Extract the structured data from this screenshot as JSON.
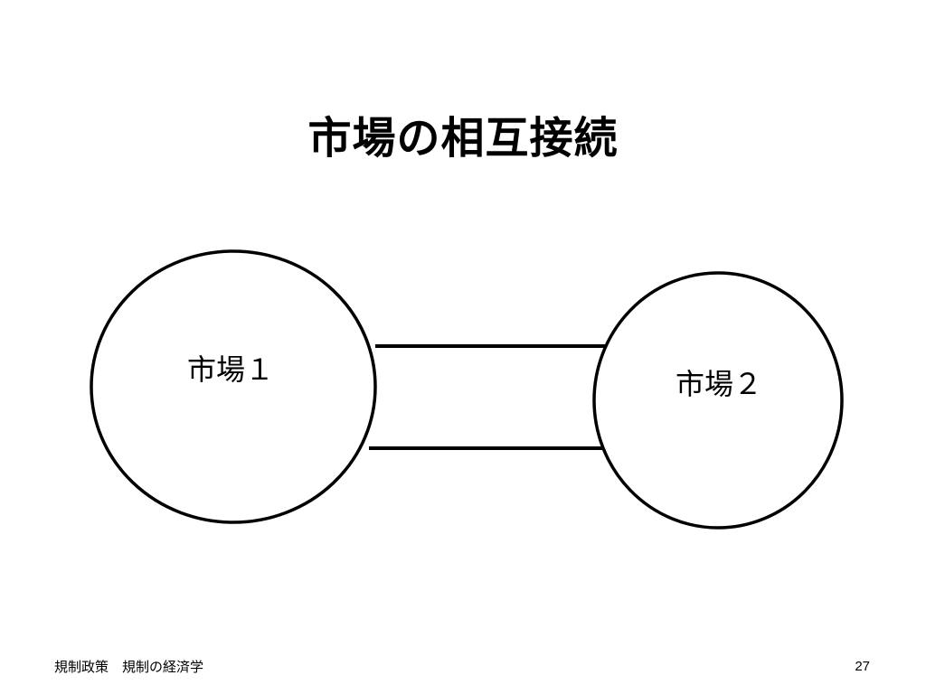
{
  "slide": {
    "title": "市場の相互接続"
  },
  "diagram": {
    "nodes": [
      {
        "id": "market-1",
        "label": "市場１"
      },
      {
        "id": "market-2",
        "label": "市場２"
      }
    ],
    "connections": [
      {
        "from": "market-1",
        "to": "market-2",
        "lines": 2
      }
    ],
    "colors": {
      "stroke": "#000000",
      "fill": "#ffffff"
    }
  },
  "footer": {
    "course": "規制政策　規制の経済学",
    "page_number": "27"
  }
}
